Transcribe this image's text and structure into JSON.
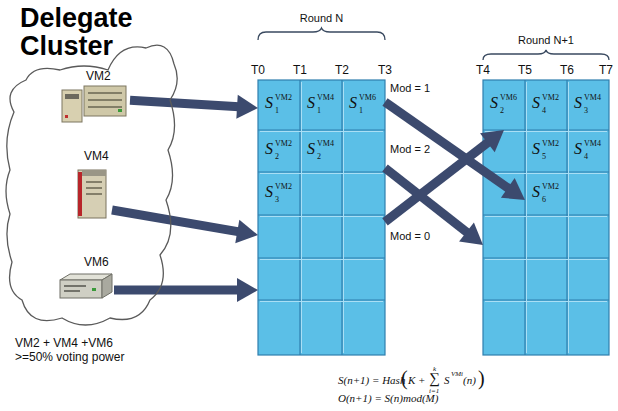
{
  "diagram": {
    "title": "Delegate Cluster",
    "nodes": [
      {
        "text": [
          "VM2 + VM4 +VM6 >=50% voting power"
        ]
      },
      {
        "text": [
          "VM2"
        ],
        "in": 0
      },
      {
        "text": [
          "VM4"
        ],
        "in": 0
      },
      {
        "text": [
          "VM6"
        ],
        "in": 0
      },
      {
        "text": [
          "Round N"
        ]
      },
      {
        "text": [
          "S",
          "VM2",
          "1"
        ],
        "in": 4
      },
      {
        "text": [
          "S",
          "VM4",
          "1"
        ],
        "in": 4
      },
      {
        "text": [
          "S",
          "VM6",
          "1"
        ],
        "in": 4
      },
      {
        "text": [
          "S",
          "VM2",
          "2"
        ],
        "in": 4
      },
      {
        "text": [
          "S",
          "VM4",
          "2"
        ],
        "in": 4
      },
      {
        "text": [
          "S",
          "VM2",
          "3"
        ],
        "in": 4
      },
      {
        "text": [
          "Round N+1"
        ]
      },
      {
        "text": [
          "S",
          "VM6",
          "2"
        ],
        "in": 11
      },
      {
        "text": [
          "S",
          "VM2",
          "4"
        ],
        "in": 11
      },
      {
        "text": [
          "S",
          "VM4",
          "3"
        ],
        "in": 11
      },
      {
        "text": [
          "S",
          "VM2",
          "5"
        ],
        "in": 11
      },
      {
        "text": [
          "S",
          "VM4",
          "4"
        ],
        "in": 11
      },
      {
        "text": [
          "S",
          "VM2",
          "6"
        ],
        "in": 11
      }
    ],
    "edges": [
      {
        "from": 1,
        "to": 5,
        "arrow": "to"
      },
      {
        "from": 2,
        "to": 4,
        "arrow": "to"
      },
      {
        "from": 3,
        "to": 4,
        "arrow": "to"
      },
      {
        "from": 4,
        "to": 17,
        "label": "Mod = 1",
        "arrow": "to"
      },
      {
        "from": 4,
        "to": 11,
        "label": "Mod = 2",
        "arrow": "to"
      },
      {
        "from": 4,
        "to": 12,
        "label": "Mod = 0",
        "arrow": "to"
      }
    ],
    "labels": [
      "T0",
      "T1",
      "T2",
      "T3",
      "T4",
      "T5",
      "T6",
      "T7",
      "S(n+1) = Hash",
      "(",
      "K +",
      "k",
      "∑",
      "i=1",
      "S",
      "VMi",
      "(n)",
      ")",
      "O(n+1) = S(n)mod(M)"
    ]
  }
}
